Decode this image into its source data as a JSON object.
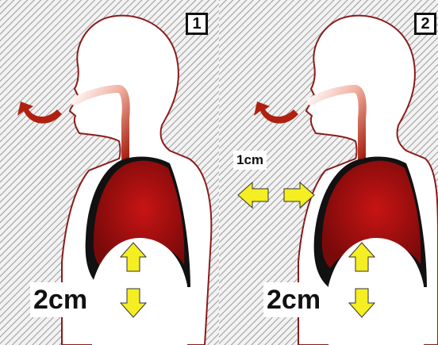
{
  "panels": [
    {
      "number": "1",
      "label": "2cm"
    },
    {
      "number": "2",
      "label": "2cm",
      "side_label": "1cm"
    }
  ],
  "colors": {
    "hatch": "#9a9a9a",
    "lung": "#a80f0f",
    "arrow": "#f4ee22",
    "outline": "#8b1a1a",
    "airway": "#d97a6a"
  }
}
